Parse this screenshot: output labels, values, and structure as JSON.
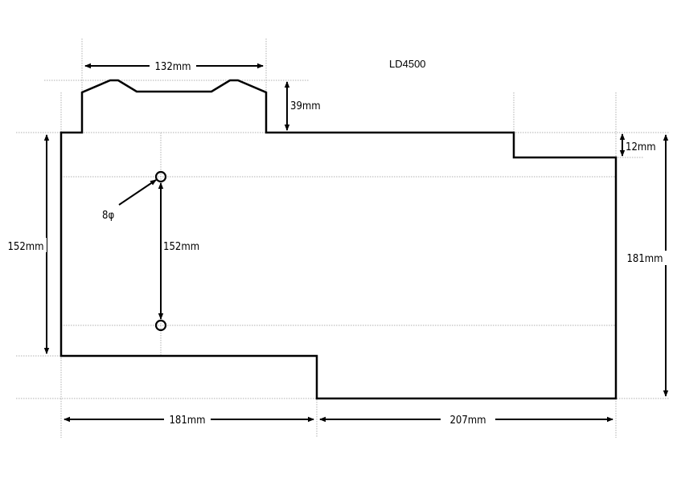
{
  "title": "LD4500",
  "dimensions": {
    "top_width": "132mm",
    "tab_height": "39mm",
    "step_right": "12mm",
    "left_height": "152mm",
    "hole_spacing": "152mm",
    "right_height": "181mm",
    "bottom_left": "181mm",
    "bottom_right": "207mm"
  },
  "hole_label": "8φ"
}
